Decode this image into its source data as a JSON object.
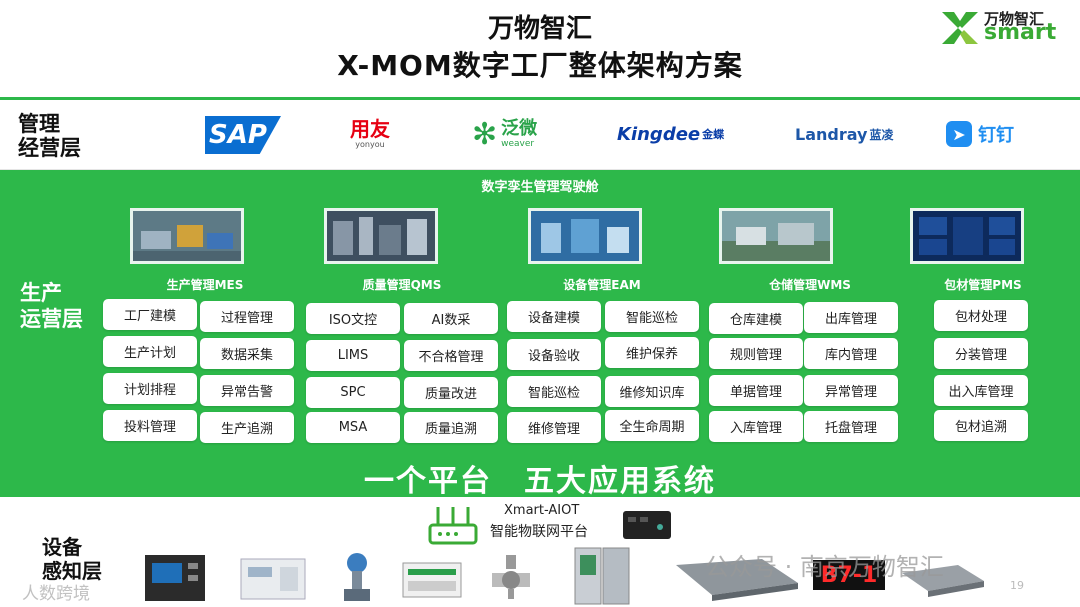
{
  "header": {
    "title_line1": "万物智汇",
    "title_line2": "X-MOM数字工厂整体架构方案",
    "logo_cn": "万物智汇",
    "logo_en": "smart"
  },
  "management_layer": {
    "label_line1": "管理",
    "label_line2": "经营层",
    "brands": {
      "sap": "SAP",
      "yonyou": "用友",
      "yonyou_sub": "yonyou",
      "weaver": "泛微",
      "weaver_sub": "weaver",
      "kingdee": "Kingdee",
      "kingdee_sub": "金蝶",
      "landray": "Landray",
      "landray_sub": "蓝凌",
      "dingtalk": "钉钉"
    }
  },
  "production_layer": {
    "twin_title": "数字孪生管理驾驶舱",
    "label_line1": "生产",
    "label_line2": "运营层",
    "systems": [
      {
        "title": "生产管理MES",
        "items": [
          "工厂建模",
          "过程管理",
          "生产计划",
          "数据采集",
          "计划排程",
          "异常告警",
          "投料管理",
          "生产追溯"
        ]
      },
      {
        "title": "质量管理QMS",
        "items": [
          "ISO文控",
          "AI数采",
          "LIMS",
          "不合格管理",
          "SPC",
          "质量改进",
          "MSA",
          "质量追溯"
        ]
      },
      {
        "title": "设备管理EAM",
        "items": [
          "设备建模",
          "智能巡检",
          "设备验收",
          "维护保养",
          "智能巡检",
          "维修知识库",
          "维修管理",
          "全生命周期"
        ]
      },
      {
        "title": "仓储管理WMS",
        "items": [
          "仓库建模",
          "出库管理",
          "规则管理",
          "库内管理",
          "单据管理",
          "异常管理",
          "入库管理",
          "托盘管理"
        ]
      },
      {
        "title": "包材管理PMS",
        "items": [
          "包材处理",
          "分装管理",
          "出入库管理",
          "包材追溯"
        ]
      }
    ],
    "slogan": "一个平台　五大应用系统"
  },
  "device_layer": {
    "label_line1": "设备",
    "label_line2": "感知层",
    "aiot_name": "Xmart-AIOT",
    "aiot_sub": "智能物联网平台",
    "display_text": "B7-1",
    "watermark": "公众号 · 南京万物智汇",
    "watermark2": "人数跨境",
    "page_number": "19"
  },
  "colors": {
    "green": "#2db84a",
    "white": "#ffffff"
  }
}
